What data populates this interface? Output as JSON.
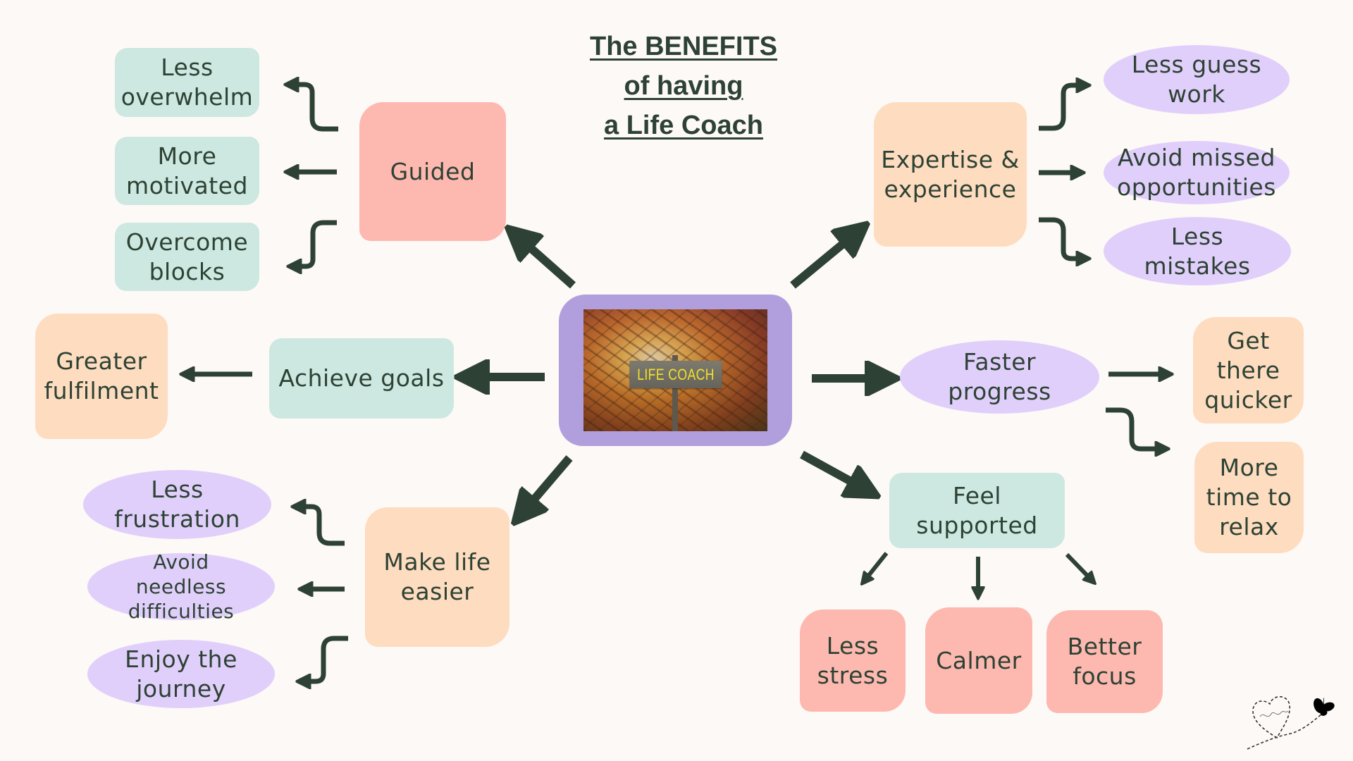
{
  "title": {
    "lines": [
      "The BENEFITS",
      "of having",
      "a Life Coach"
    ]
  },
  "center": {
    "sign_text": "LIFE COACH",
    "image_description": "wooden signpost in a sunlit autumn forest"
  },
  "colors": {
    "background": "#fdf9f6",
    "text": "#2d4234",
    "arrow": "#2d4234",
    "mint": "#cde8e1",
    "pink": "#fdb8b0",
    "peach": "#fedcc0",
    "lavender": "#e1cffb",
    "frame": "#b19fdd"
  },
  "branches": {
    "guided": {
      "label": "Guided",
      "children": [
        "Less\noverwhelm",
        "More\nmotivated",
        "Overcome\nblocks"
      ]
    },
    "expertise": {
      "label": "Expertise &\nexperience",
      "children": [
        "Less guess\nwork",
        "Avoid missed\nopportunities",
        "Less\nmistakes"
      ]
    },
    "achieve": {
      "label": "Achieve goals",
      "children": [
        "Greater\nfulfilment"
      ]
    },
    "faster": {
      "label": "Faster\nprogress",
      "children": [
        "Get\nthere\nquicker",
        "More\ntime to\nrelax"
      ]
    },
    "easier": {
      "label": "Make life\neasier",
      "children": [
        "Less\nfrustration",
        "Avoid\nneedless\ndifficulties",
        "Enjoy the\njourney"
      ]
    },
    "supported": {
      "label": "Feel\nsupported",
      "children": [
        "Less\nstress",
        "Calmer",
        "Better\nfocus"
      ]
    }
  },
  "decor": {
    "signature_icon": "heart-signature-icon",
    "butterfly_icon": "butterfly-icon"
  }
}
